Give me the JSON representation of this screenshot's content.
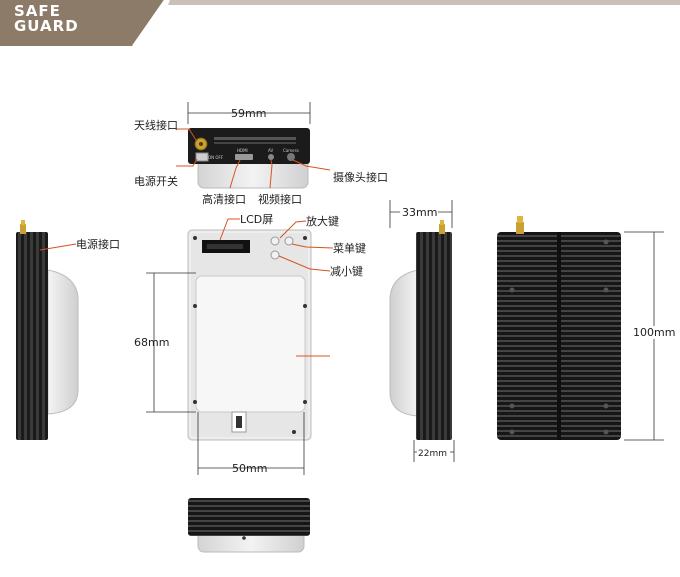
{
  "brand": {
    "line1": "SAFE",
    "line2": "GUARD"
  },
  "colors": {
    "banner": "#8b7b68",
    "accent": "#d8531e",
    "body": "#e7e7e7",
    "heatsink": "#1e1e1e"
  },
  "labels": {
    "antenna": "天线接口",
    "power_switch": "电源开关",
    "hdmi": "高清接口",
    "video": "视频接口",
    "camera": "摄像头接口",
    "power_port": "电源接口",
    "lcd": "LCD屏",
    "zoom_in": "放大键",
    "menu": "菜单键",
    "zoom_out": "减小键"
  },
  "small_print": {
    "hdmi": "HDMI",
    "av": "AV",
    "camera": "Camera",
    "on_off": "ON  OFF"
  },
  "dimensions": {
    "width_top": "59mm",
    "height_front": "68mm",
    "width_front": "50mm",
    "depth_side": "33mm",
    "height_back": "100mm",
    "depth_side_bottom": "22mm"
  }
}
